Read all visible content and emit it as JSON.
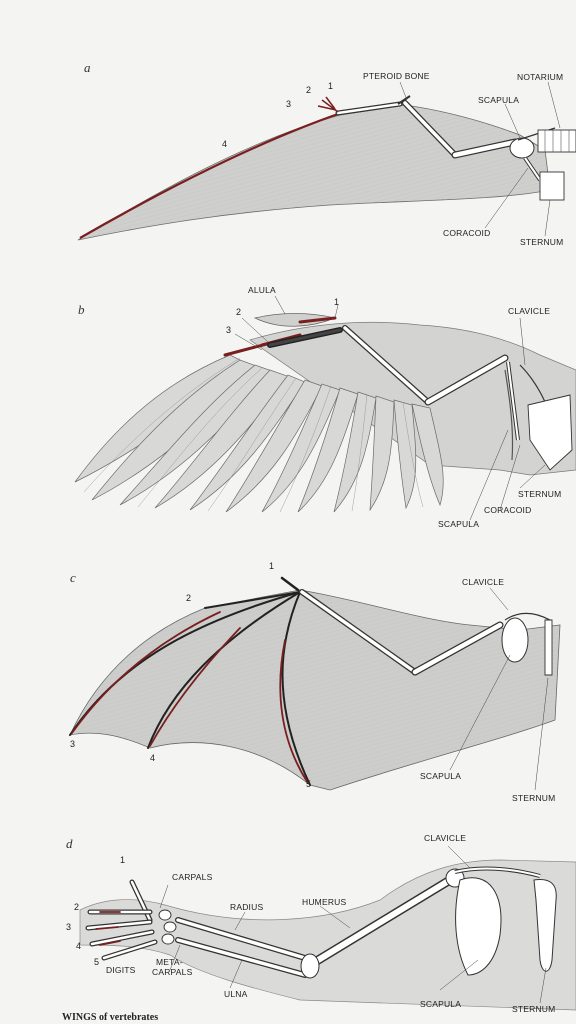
{
  "panels": [
    {
      "letter": "a",
      "labels": {
        "pteroid": "PTEROID BONE",
        "notarium": "NOTARIUM",
        "scapula": "SCAPULA",
        "coracoid": "CORACOID",
        "sternum": "STERNUM",
        "d1": "1",
        "d2": "2",
        "d3": "3",
        "d4": "4"
      }
    },
    {
      "letter": "b",
      "labels": {
        "alula": "ALULA",
        "clavicle": "CLAVICLE",
        "sternum": "STERNUM",
        "coracoid": "CORACOID",
        "scapula": "SCAPULA",
        "d1": "1",
        "d2": "2",
        "d3": "3"
      }
    },
    {
      "letter": "c",
      "labels": {
        "clavicle": "CLAVICLE",
        "scapula": "SCAPULA",
        "sternum": "STERNUM",
        "d1": "1",
        "d2": "2",
        "d3": "3",
        "d4": "4",
        "d5": "5"
      }
    },
    {
      "letter": "d",
      "labels": {
        "clavicle": "CLAVICLE",
        "carpals": "CARPALS",
        "radius": "RADIUS",
        "humerus": "HUMERUS",
        "digits": "DIGITS",
        "metacarpals_1": "META-",
        "metacarpals_2": "CARPALS",
        "ulna": "ULNA",
        "scapula": "SCAPULA",
        "sternum": "STERNUM",
        "d1": "1",
        "d2": "2",
        "d3": "3",
        "d4": "4",
        "d5": "5"
      }
    }
  ],
  "caption": "WINGS of vertebrates",
  "colors": {
    "membrane": "#c9c9c7",
    "bone": "#ffffff",
    "bone_outline": "#3a3a3a",
    "highlight_digit": "#7a1f1f",
    "background": "#f4f4f2"
  }
}
